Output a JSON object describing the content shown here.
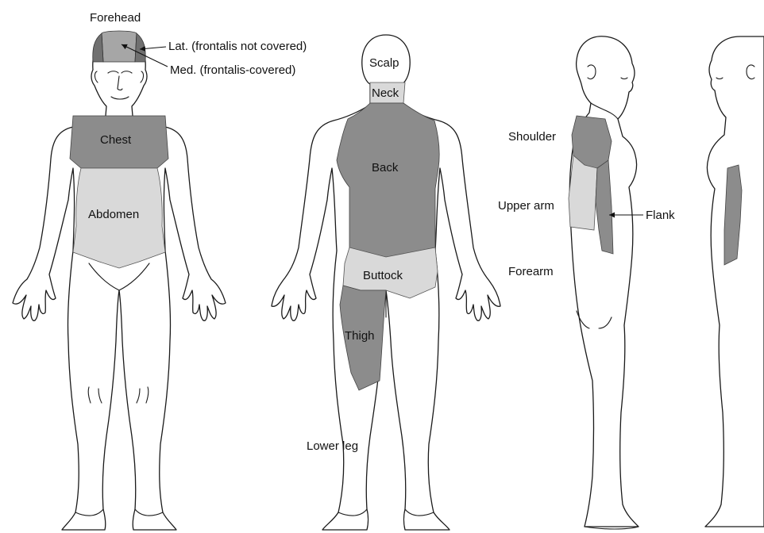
{
  "labels": {
    "forehead": "Forehead",
    "lateral": "Lat. (frontalis not covered)",
    "medial": "Med. (frontalis-covered)",
    "chest": "Chest",
    "abdomen": "Abdomen",
    "scalp": "Scalp",
    "neck": "Neck",
    "back": "Back",
    "buttock": "Buttock",
    "thigh": "Thigh",
    "lower_leg": "Lower leg",
    "shoulder": "Shoulder",
    "upper_arm": "Upper arm",
    "forearm": "Forearm",
    "flank": "Flank"
  },
  "colors": {
    "dark_region": "#8c8c8c",
    "medium_region": "#a3a3a3",
    "light_region": "#d9d9d9",
    "outline": "#1a1a1a",
    "background": "#ffffff"
  }
}
